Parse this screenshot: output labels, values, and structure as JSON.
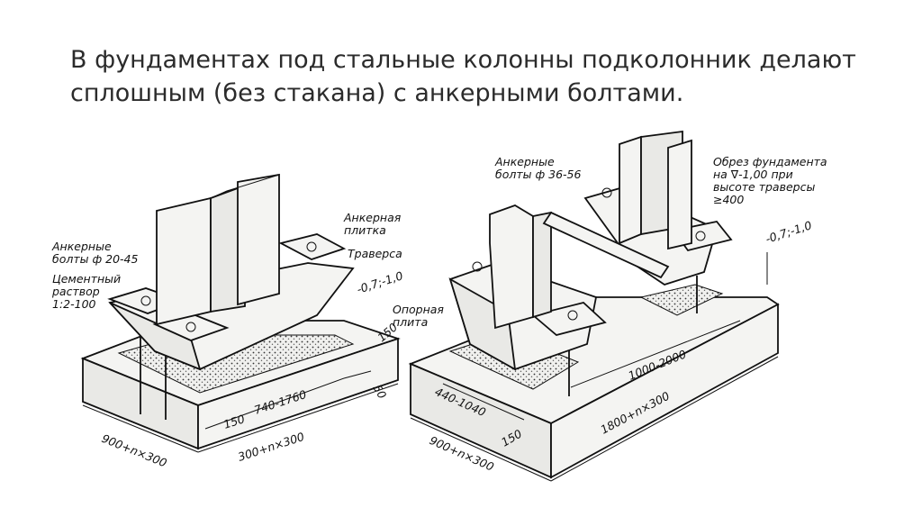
{
  "title": {
    "line1": "В фундаментах под стальные колонны подколонник делают",
    "line2": "сплошным (без стакана) с анкерными болтами."
  },
  "left_labels": {
    "anchor_bolts": [
      "Анкерные",
      "болты ф 20-45"
    ],
    "cement": [
      "Цементный",
      "раствор",
      "1:2-100"
    ],
    "anchor_plate": [
      "Анкерная",
      "плитка"
    ],
    "traverse": "Траверса",
    "dim_740_1760": "740-1760",
    "dim_150": "150",
    "dim_300_n300": "300+n×300",
    "dim_900_n300": "900+n×300"
  },
  "center_labels": {
    "level": "-0,7;-1,0",
    "dim_150": "150",
    "dim_50": "50",
    "support_plate": [
      "Опорная",
      "плита"
    ]
  },
  "right_labels": {
    "anchor_bolts": [
      "Анкерные",
      "болты ф 36-56"
    ],
    "foundation_edge": [
      "Обрез фундамента",
      "на ∇-1,00 при",
      "высоте траверсы",
      "≥400"
    ],
    "level": "-0,7;-1,0",
    "dim_440_1040": "440-1040",
    "dim_150": "150",
    "dim_1000_2000": "1000-2000",
    "dim_1800_n300": "1800+n×300",
    "dim_900_n300": "900+n×300"
  },
  "colors": {
    "ink": "#111111",
    "title": "#2b2b2b"
  }
}
